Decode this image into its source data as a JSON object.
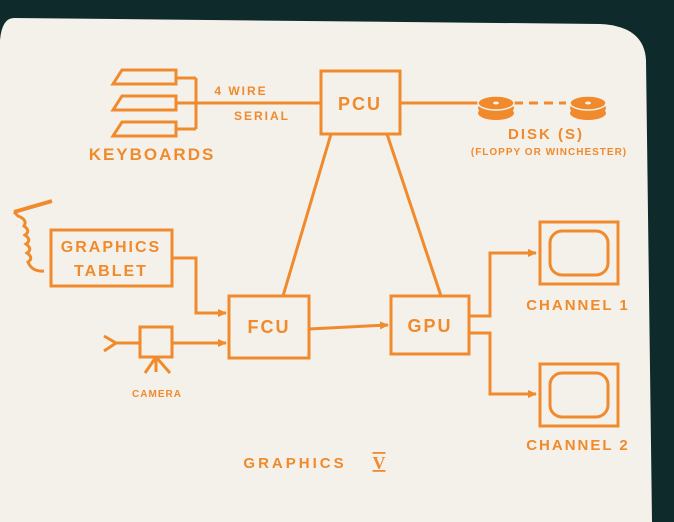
{
  "colors": {
    "background": "#0f2a2b",
    "paper": "#f4f1ea",
    "ink": "#f08a2c"
  },
  "diagram": {
    "keyboards": {
      "label": "KEYBOARDS"
    },
    "link_keyboards_pcu": {
      "label_top": "4  WIRE",
      "label_bottom": "SERIAL"
    },
    "pcu": {
      "label": "PCU"
    },
    "disks": {
      "label": "DISK (S)",
      "sublabel": "(FLOPPY OR WINCHESTER)"
    },
    "graphics_tablet": {
      "line1": "GRAPHICS",
      "line2": "TABLET"
    },
    "fcu": {
      "label": "FCU"
    },
    "gpu": {
      "label": "GPU"
    },
    "camera": {
      "label": "CAMERA"
    },
    "channel_1": {
      "label": "CHANNEL  1"
    },
    "channel_2": {
      "label": "CHANNEL  2"
    },
    "footer": {
      "label": "GRAPHICS",
      "numeral": "V"
    }
  }
}
